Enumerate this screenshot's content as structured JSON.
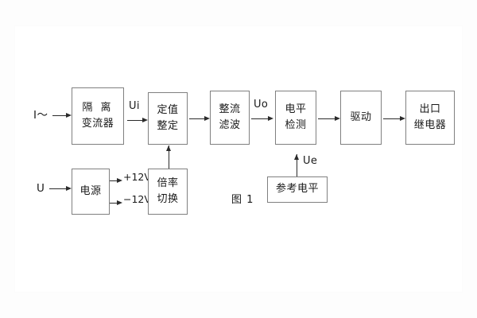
{
  "figure": {
    "caption": "图 1",
    "blocks": {
      "isolation_ct": {
        "line1": "隔 离",
        "line2": "变流器"
      },
      "setting": {
        "line1": "定值",
        "line2": "整定"
      },
      "rectify_filter": {
        "line1": "整流",
        "line2": "滤波"
      },
      "level_detect": {
        "line1": "电平",
        "line2": "检测"
      },
      "drive": {
        "line1": "驱动",
        "line2": ""
      },
      "output_relay": {
        "line1": "出口",
        "line2": "继电器"
      },
      "power_supply": {
        "line1": "电源",
        "line2": ""
      },
      "multiplier_switch": {
        "line1": "倍率",
        "line2": "切换"
      },
      "reference_level": {
        "line1": "参考电平",
        "line2": ""
      }
    },
    "signals": {
      "input_current": "I～",
      "input_voltage": "U",
      "ui": "Ui",
      "uo": "Uo",
      "ue": "Ue",
      "supply_pos": "+12V",
      "supply_neg": "−12V"
    }
  }
}
